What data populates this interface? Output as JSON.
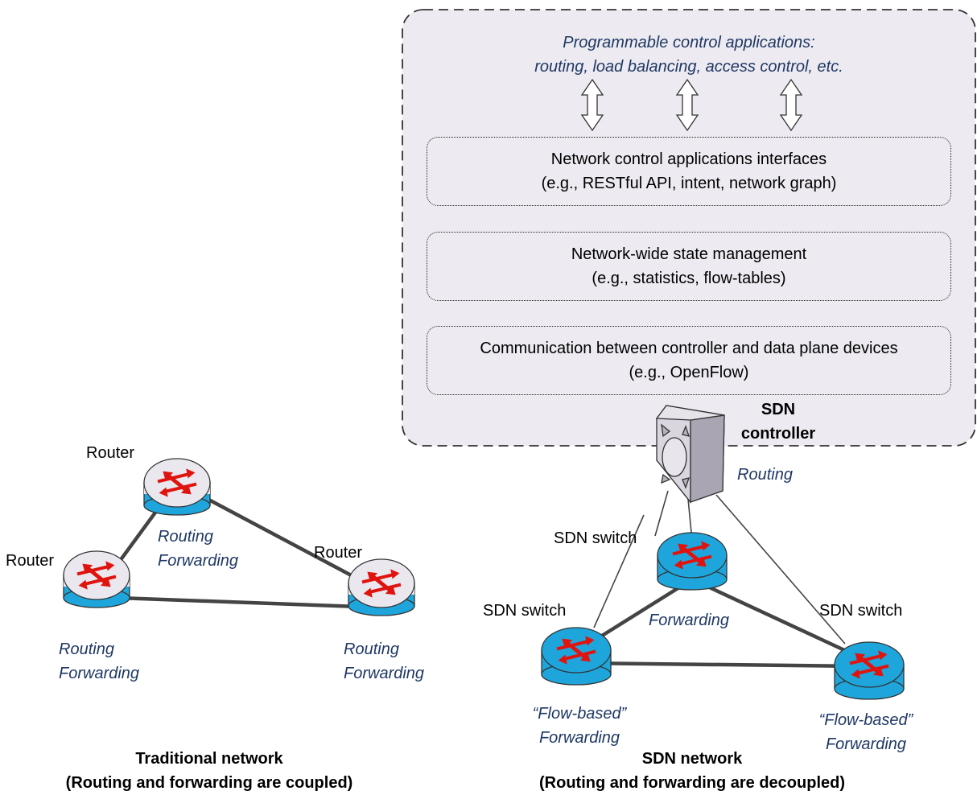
{
  "controller_panel": {
    "apps_line1": "Programmable control applications:",
    "apps_line2": "routing, load balancing, access control, etc.",
    "layers": [
      {
        "line1": "Network control applications interfaces",
        "line2": "(e.g., RESTful API, intent, network graph)"
      },
      {
        "line1": "Network-wide state management",
        "line2": "(e.g., statistics, flow-tables)"
      },
      {
        "line1": "Communication between controller and data plane devices",
        "line2": "(e.g., OpenFlow)"
      }
    ],
    "controller_title_line1": "SDN",
    "controller_title_line2": "controller",
    "controller_role": "Routing"
  },
  "traditional": {
    "router_label": "Router",
    "routing": "Routing",
    "forwarding": "Forwarding",
    "caption_line1": "Traditional network",
    "caption_line2": "(Routing and forwarding are coupled)"
  },
  "sdn": {
    "switch_label": "SDN switch",
    "forwarding": "Forwarding",
    "flow_based": "“Flow-based”",
    "caption_line1": "SDN network",
    "caption_line2": "(Routing and forwarding are decoupled)"
  },
  "colors": {
    "router_body": "#ebe7ef",
    "router_band": "#1ea6dc",
    "switch_body": "#1ea6dc",
    "arrow_red": "#e0140f",
    "label_blue": "#1f3864",
    "panel_fill": "#edebf1"
  }
}
